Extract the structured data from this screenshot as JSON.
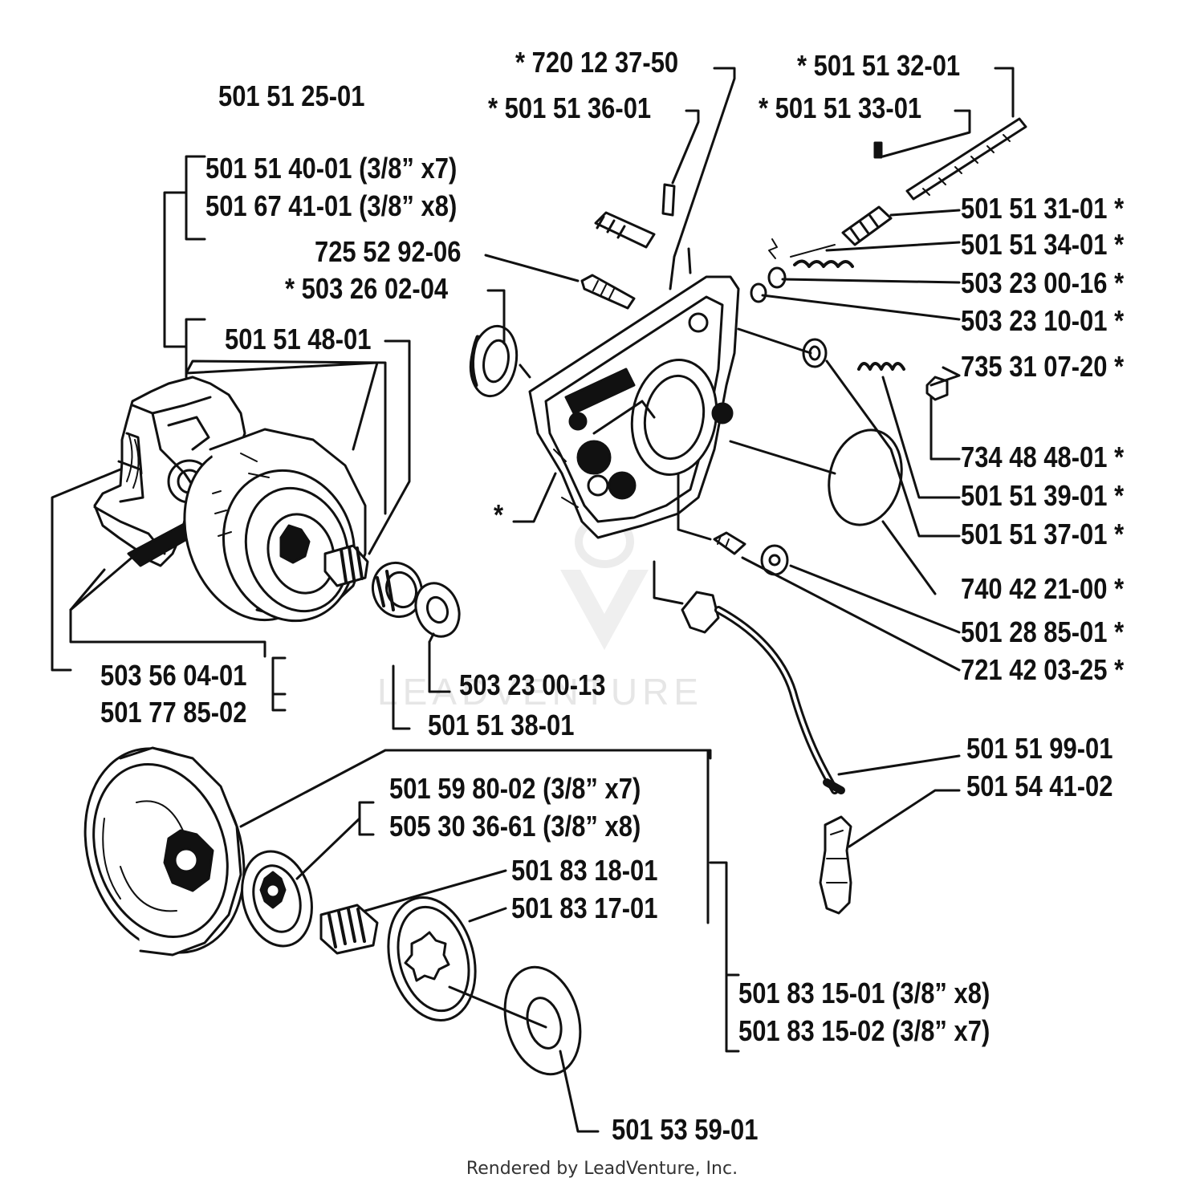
{
  "diagram": {
    "parts": {
      "p_720123750": "* 720 12 37-50",
      "p_501513201": "* 501 51 32-01",
      "p_501512501": "501 51 25-01",
      "p_501513601": "* 501 51 36-01",
      "p_501513301": "* 501 51 33-01",
      "p_501514001": "501 51 40-01 (3/8” x7)",
      "p_501674101": "501 67 41-01 (3/8” x8)",
      "p_501513101": "501 51 31-01 *",
      "p_501513401": "501 51 34-01 *",
      "p_725529206": "725 52 92-06",
      "p_503260204": "* 503 26 02-04",
      "p_503230016": "503 23 00-16 *",
      "p_503231001": "503 23 10-01 *",
      "p_501514801": "501 51 48-01",
      "p_735310720": "735 31 07-20 *",
      "p_734484801": "734 48 48-01 *",
      "p_501513901": "501 51 39-01 *",
      "p_501513701": "501 51 37-01 *",
      "p_740422100": "740 42 21-00 *",
      "p_501288501": "501 28 85-01 *",
      "p_721420325": "721 42 03-25 *",
      "p_503560401": "503 56 04-01",
      "p_501778502": "501 77 85-02",
      "p_503230013": "503 23 00-13",
      "p_501513801": "501 51 38-01",
      "p_501519901": "501 51 99-01",
      "p_501544102": "501 54 41-02",
      "p_501598002": "501 59 80-02 (3/8” x7)",
      "p_505303661": "505 30 36-61 (3/8” x8)",
      "p_501831801": "501 83 18-01",
      "p_501831701": "501 83 17-01",
      "p_501831501": "501 83 15-01 (3/8” x8)",
      "p_501831502": "501 83 15-02 (3/8” x7)",
      "p_501535901": "501 53 59-01",
      "star": "*"
    },
    "watermark": "LEADVENTURE",
    "footer": "Rendered by LeadVenture, Inc."
  }
}
